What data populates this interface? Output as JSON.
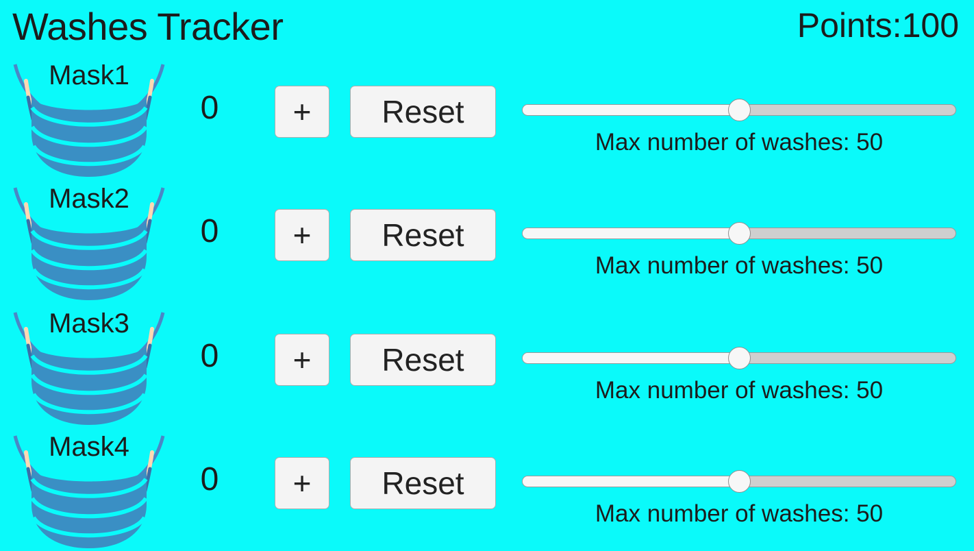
{
  "app": {
    "title": "Washes Tracker",
    "points_label": "Points:100",
    "background_color": "#0AFAFA",
    "text_color": "#1c1c1c",
    "button_bg_color": "#f4f4f4",
    "mask_body_color": "#3a8fc4",
    "mask_loop_color": "#4a87c6"
  },
  "controls": {
    "increment_label": "+",
    "reset_label": "Reset"
  },
  "masks": [
    {
      "name": "Mask1",
      "count": "0",
      "slider_percent": 50,
      "max_washes_label": "Max number of washes: 50"
    },
    {
      "name": "Mask2",
      "count": "0",
      "slider_percent": 50,
      "max_washes_label": "Max number of washes: 50"
    },
    {
      "name": "Mask3",
      "count": "0",
      "slider_percent": 50,
      "max_washes_label": "Max number of washes: 50"
    },
    {
      "name": "Mask4",
      "count": "0",
      "slider_percent": 50,
      "max_washes_label": "Max number of washes: 50"
    }
  ]
}
